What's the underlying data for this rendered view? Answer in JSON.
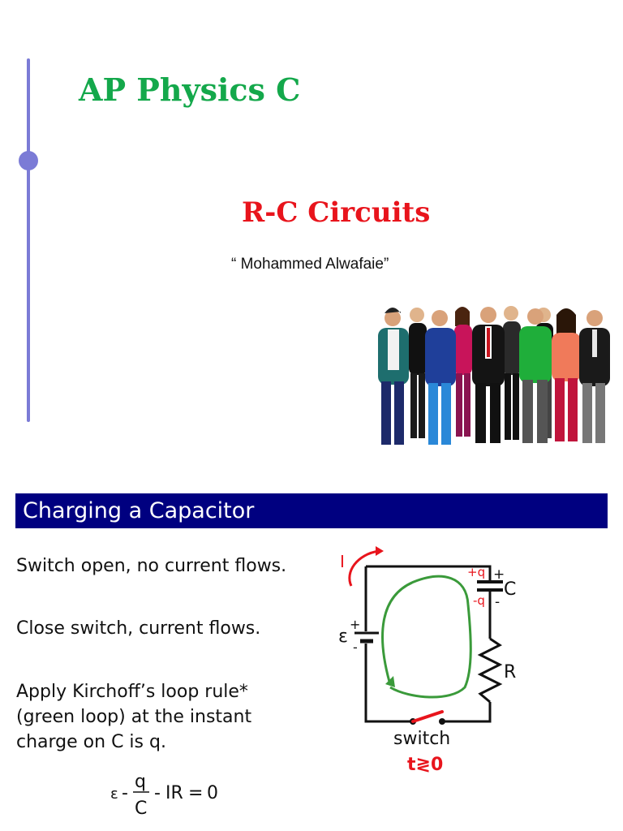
{
  "slide1": {
    "course_title": "AP Physics C",
    "topic_title": "R-C Circuits",
    "author": "“ Mohammed Alwafaie”"
  },
  "slide2": {
    "banner": "Charging a Capacitor",
    "steps": [
      "Switch open, no current flows.",
      "Close switch, current flows.",
      "Apply Kirchoff’s loop rule*",
      "(green loop) at the instant",
      "charge on C is q."
    ],
    "equation": {
      "emf": "ε",
      "minus1": "-",
      "numerator": "q",
      "denominator": "C",
      "minus2": "-",
      "ir": "IR",
      "equals": "=",
      "zero": "0"
    },
    "circuit": {
      "current_label": "I",
      "plus_q": "+q",
      "minus_q": "-q",
      "cap_plus": "+",
      "cap_minus": "-",
      "cap_label": "C",
      "emf_label": "ε",
      "emf_plus": "+",
      "emf_minus": "-",
      "resistor_label": "R",
      "switch_label": "switch",
      "time_label": "t≷0"
    }
  },
  "colors": {
    "green": "#14a84b",
    "red": "#e8141c",
    "navy": "#000080",
    "accent": "#7b7bd6",
    "loop_green": "#3a9a3a"
  },
  "icons": {
    "people": "group-of-people-clipart"
  }
}
